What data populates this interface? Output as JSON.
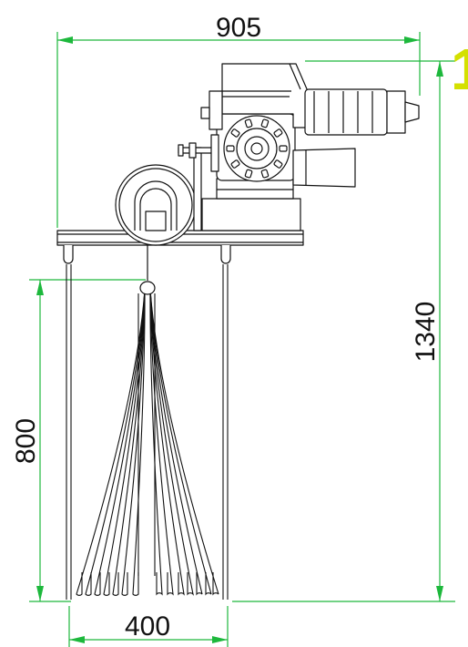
{
  "dimensions": {
    "overall_width": "905",
    "overall_height": "1340",
    "drop_length": "800",
    "bottom_width": "400"
  },
  "badge": {
    "label": "1"
  },
  "colors": {
    "dimension_line": "#1db83c",
    "badge": "#d4e000",
    "drawing": "#111111",
    "background": "#ffffff"
  }
}
